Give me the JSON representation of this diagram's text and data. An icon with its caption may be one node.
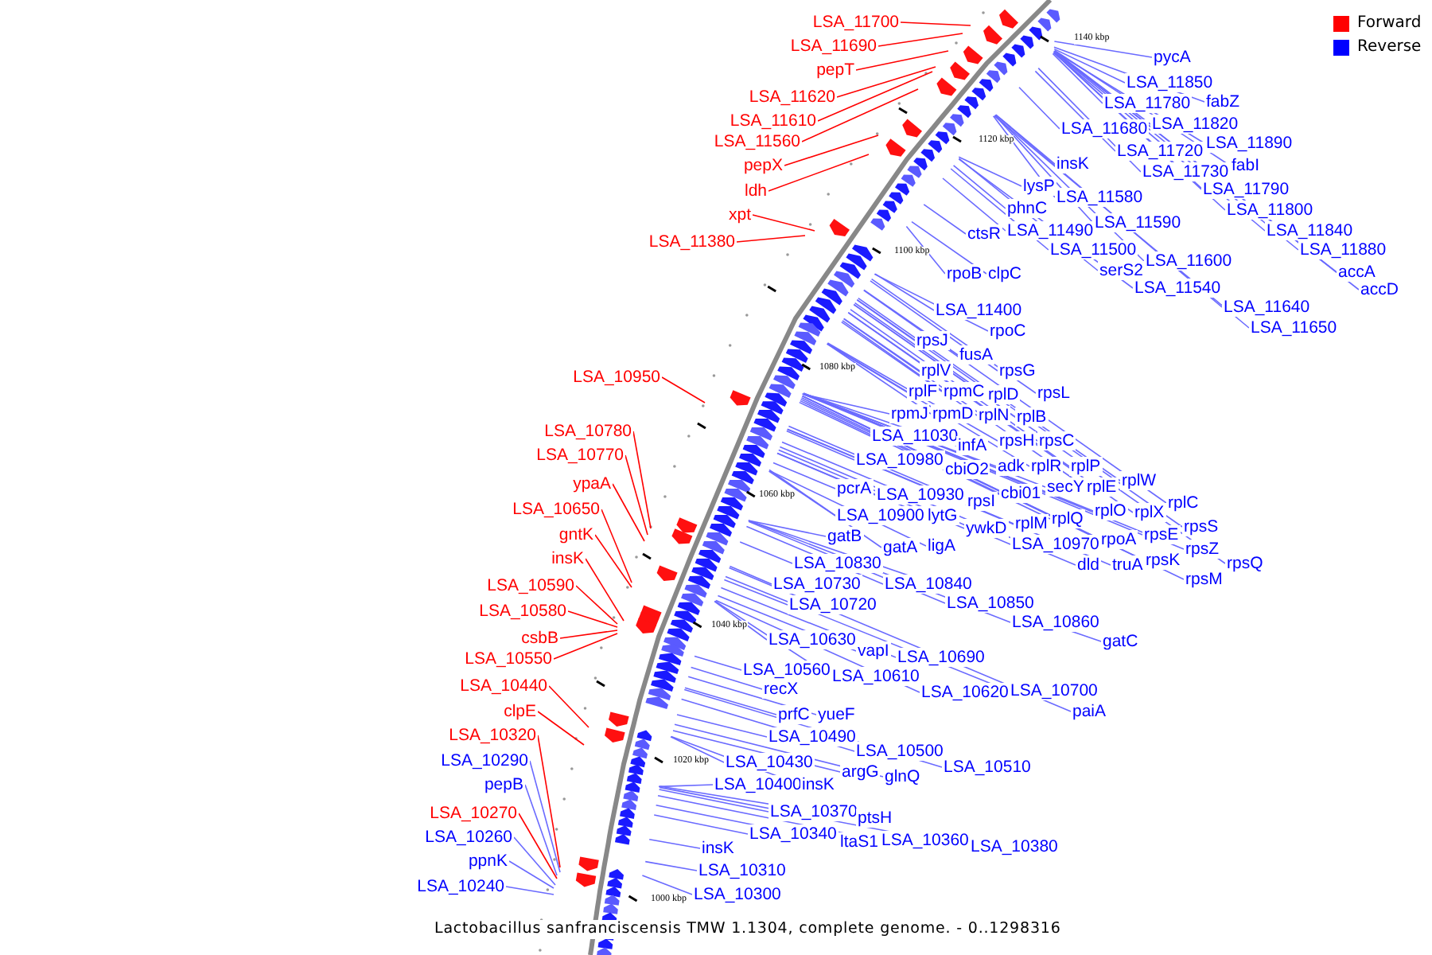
{
  "diagram": {
    "caption": "Lactobacillus sanfranciscensis TMW 1.1304, complete genome. - 0..1298316",
    "nodes": [
      {
        "text": [
          "LSA_11700"
        ]
      },
      {
        "text": [
          "LSA_11690"
        ]
      },
      {
        "text": [
          "pepT"
        ]
      },
      {
        "text": [
          "LSA_11620"
        ]
      },
      {
        "text": [
          "LSA_11610"
        ]
      },
      {
        "text": [
          "LSA_11560"
        ]
      },
      {
        "text": [
          "pepX"
        ]
      },
      {
        "text": [
          "ldh"
        ]
      },
      {
        "text": [
          "xpt"
        ]
      },
      {
        "text": [
          "LSA_11380"
        ]
      },
      {
        "text": [
          "LSA_10950"
        ]
      },
      {
        "text": [
          "LSA_10780"
        ]
      },
      {
        "text": [
          "LSA_10770"
        ]
      },
      {
        "text": [
          "ypaA"
        ]
      },
      {
        "text": [
          "LSA_10650"
        ]
      },
      {
        "text": [
          "gntK"
        ]
      },
      {
        "text": [
          "insK"
        ]
      },
      {
        "text": [
          "LSA_10590"
        ]
      },
      {
        "text": [
          "LSA_10580"
        ]
      },
      {
        "text": [
          "csbB"
        ]
      },
      {
        "text": [
          "LSA_10550"
        ]
      },
      {
        "text": [
          "LSA_10440"
        ]
      },
      {
        "text": [
          "clpE"
        ]
      },
      {
        "text": [
          "LSA_10320"
        ]
      },
      {
        "text": [
          "LSA_10290"
        ]
      },
      {
        "text": [
          "pepB"
        ]
      },
      {
        "text": [
          "LSA_10270"
        ]
      },
      {
        "text": [
          "LSA_10260"
        ]
      },
      {
        "text": [
          "ppnK"
        ]
      },
      {
        "text": [
          "LSA_10240"
        ]
      },
      {
        "text": [
          "pycA"
        ]
      },
      {
        "text": [
          "LSA_11850"
        ]
      },
      {
        "text": [
          "fabZ"
        ]
      },
      {
        "text": [
          "LSA_11780"
        ]
      },
      {
        "text": [
          "LSA_11820"
        ]
      },
      {
        "text": [
          "LSA_11680"
        ]
      },
      {
        "text": [
          "LSA_11890"
        ]
      },
      {
        "text": [
          "LSA_11720"
        ]
      },
      {
        "text": [
          "insK"
        ]
      },
      {
        "text": [
          "fabI"
        ]
      },
      {
        "text": [
          "LSA_11730"
        ]
      },
      {
        "text": [
          "lysP"
        ]
      },
      {
        "text": [
          "LSA_11790"
        ]
      },
      {
        "text": [
          "LSA_11580"
        ]
      },
      {
        "text": [
          "phnC"
        ]
      },
      {
        "text": [
          "LSA_11800"
        ]
      },
      {
        "text": [
          "LSA_11590"
        ]
      },
      {
        "text": [
          "LSA_11490"
        ]
      },
      {
        "text": [
          "ctsR"
        ]
      },
      {
        "text": [
          "LSA_11840"
        ]
      },
      {
        "text": [
          "LSA_11500"
        ]
      },
      {
        "text": [
          "LSA_11880"
        ]
      },
      {
        "text": [
          "LSA_11600"
        ]
      },
      {
        "text": [
          "serS2"
        ]
      },
      {
        "text": [
          "accA"
        ]
      },
      {
        "text": [
          "rpoB"
        ]
      },
      {
        "text": [
          "clpC"
        ]
      },
      {
        "text": [
          "LSA_11540"
        ]
      },
      {
        "text": [
          "accD"
        ]
      },
      {
        "text": [
          "LSA_11640"
        ]
      },
      {
        "text": [
          "LSA_11400"
        ]
      },
      {
        "text": [
          "LSA_11650"
        ]
      },
      {
        "text": [
          "rpoC"
        ]
      },
      {
        "text": [
          "rpsJ"
        ]
      },
      {
        "text": [
          "fusA"
        ]
      },
      {
        "text": [
          "rplV"
        ]
      },
      {
        "text": [
          "rpsG"
        ]
      },
      {
        "text": [
          "rplF"
        ]
      },
      {
        "text": [
          "rpmC"
        ]
      },
      {
        "text": [
          "rpsL"
        ]
      },
      {
        "text": [
          "rplD"
        ]
      },
      {
        "text": [
          "rpmJ"
        ]
      },
      {
        "text": [
          "rpmD"
        ]
      },
      {
        "text": [
          "rplN"
        ]
      },
      {
        "text": [
          "rplB"
        ]
      },
      {
        "text": [
          "LSA_11030"
        ]
      },
      {
        "text": [
          "rpsH"
        ]
      },
      {
        "text": [
          "rpsC"
        ]
      },
      {
        "text": [
          "infA"
        ]
      },
      {
        "text": [
          "LSA_10980"
        ]
      },
      {
        "text": [
          "adk"
        ]
      },
      {
        "text": [
          "rplR"
        ]
      },
      {
        "text": [
          "rplP"
        ]
      },
      {
        "text": [
          "cbiO2"
        ]
      },
      {
        "text": [
          "rplW"
        ]
      },
      {
        "text": [
          "secY"
        ]
      },
      {
        "text": [
          "rplE"
        ]
      },
      {
        "text": [
          "pcrA"
        ]
      },
      {
        "text": [
          "cbi01"
        ]
      },
      {
        "text": [
          "LSA_10930"
        ]
      },
      {
        "text": [
          "rpsI"
        ]
      },
      {
        "text": [
          "rplC"
        ]
      },
      {
        "text": [
          "rplO"
        ]
      },
      {
        "text": [
          "rplX"
        ]
      },
      {
        "text": [
          "LSA_10900"
        ]
      },
      {
        "text": [
          "lytG"
        ]
      },
      {
        "text": [
          "rplQ"
        ]
      },
      {
        "text": [
          "rplM"
        ]
      },
      {
        "text": [
          "rpsS"
        ]
      },
      {
        "text": [
          "ywkD"
        ]
      },
      {
        "text": [
          "rpsE"
        ]
      },
      {
        "text": [
          "gatB"
        ]
      },
      {
        "text": [
          "rpoA"
        ]
      },
      {
        "text": [
          "LSA_10970"
        ]
      },
      {
        "text": [
          "ligA"
        ]
      },
      {
        "text": [
          "gatA"
        ]
      },
      {
        "text": [
          "rpsZ"
        ]
      },
      {
        "text": [
          "rpsK"
        ]
      },
      {
        "text": [
          "LSA_10830"
        ]
      },
      {
        "text": [
          "rpsQ"
        ]
      },
      {
        "text": [
          "dld"
        ]
      },
      {
        "text": [
          "truA"
        ]
      },
      {
        "text": [
          "rpsM"
        ]
      },
      {
        "text": [
          "LSA_10730"
        ]
      },
      {
        "text": [
          "LSA_10840"
        ]
      },
      {
        "text": [
          "LSA_10850"
        ]
      },
      {
        "text": [
          "LSA_10720"
        ]
      },
      {
        "text": [
          "LSA_10860"
        ]
      },
      {
        "text": [
          "LSA_10630"
        ]
      },
      {
        "text": [
          "gatC"
        ]
      },
      {
        "text": [
          "vapI"
        ]
      },
      {
        "text": [
          "LSA_10690"
        ]
      },
      {
        "text": [
          "LSA_10560"
        ]
      },
      {
        "text": [
          "LSA_10610"
        ]
      },
      {
        "text": [
          "recX"
        ]
      },
      {
        "text": [
          "LSA_10700"
        ]
      },
      {
        "text": [
          "LSA_10620"
        ]
      },
      {
        "text": [
          "paiA"
        ]
      },
      {
        "text": [
          "prfC"
        ]
      },
      {
        "text": [
          "yueF"
        ]
      },
      {
        "text": [
          "LSA_10490"
        ]
      },
      {
        "text": [
          "LSA_10500"
        ]
      },
      {
        "text": [
          "LSA_10430"
        ]
      },
      {
        "text": [
          "LSA_10510"
        ]
      },
      {
        "text": [
          "argG"
        ]
      },
      {
        "text": [
          "glnQ"
        ]
      },
      {
        "text": [
          "LSA_10400"
        ]
      },
      {
        "text": [
          "insK"
        ]
      },
      {
        "text": [
          "LSA_10370"
        ]
      },
      {
        "text": [
          "ptsH"
        ]
      },
      {
        "text": [
          "LSA_10340"
        ]
      },
      {
        "text": [
          "LSA_10360"
        ]
      },
      {
        "text": [
          "ltaS1"
        ]
      },
      {
        "text": [
          "LSA_10380"
        ]
      },
      {
        "text": [
          "insK"
        ]
      },
      {
        "text": [
          "LSA_10310"
        ]
      },
      {
        "text": [
          "LSA_10300"
        ]
      }
    ],
    "edges": [
      {
        "from": 0,
        "to": null,
        "arrow": "none",
        "color": "#ff0000"
      },
      {
        "from": 1,
        "to": null,
        "arrow": "none",
        "color": "#ff0000"
      },
      {
        "from": 2,
        "to": null,
        "arrow": "none",
        "color": "#ff0000"
      },
      {
        "from": 3,
        "to": null,
        "arrow": "none",
        "color": "#ff0000"
      },
      {
        "from": 4,
        "to": null,
        "arrow": "none",
        "color": "#ff0000"
      },
      {
        "from": 5,
        "to": null,
        "arrow": "none",
        "color": "#ff0000"
      },
      {
        "from": 6,
        "to": null,
        "arrow": "none",
        "color": "#ff0000"
      },
      {
        "from": 7,
        "to": null,
        "arrow": "none",
        "color": "#ff0000"
      },
      {
        "from": 8,
        "to": null,
        "arrow": "none",
        "color": "#ff0000"
      },
      {
        "from": 9,
        "to": null,
        "arrow": "none",
        "color": "#ff0000"
      },
      {
        "from": 10,
        "to": null,
        "arrow": "none",
        "color": "#ff0000"
      },
      {
        "from": 11,
        "to": null,
        "arrow": "none",
        "color": "#ff0000"
      },
      {
        "from": 12,
        "to": null,
        "arrow": "none",
        "color": "#ff0000"
      },
      {
        "from": 13,
        "to": null,
        "arrow": "none",
        "color": "#ff0000"
      },
      {
        "from": 14,
        "to": null,
        "arrow": "none",
        "color": "#ff0000"
      },
      {
        "from": 15,
        "to": null,
        "arrow": "none",
        "color": "#ff0000"
      },
      {
        "from": 16,
        "to": null,
        "arrow": "none",
        "color": "#ff0000"
      },
      {
        "from": 17,
        "to": null,
        "arrow": "none",
        "color": "#ff0000"
      },
      {
        "from": 18,
        "to": null,
        "arrow": "none",
        "color": "#ff0000"
      },
      {
        "from": 19,
        "to": null,
        "arrow": "none",
        "color": "#ff0000"
      },
      {
        "from": 20,
        "to": null,
        "arrow": "none",
        "color": "#ff0000"
      },
      {
        "from": 21,
        "to": null,
        "arrow": "none",
        "color": "#ff0000"
      },
      {
        "from": 22,
        "to": null,
        "arrow": "none",
        "color": "#ff0000"
      },
      {
        "from": 23,
        "to": null,
        "arrow": "none",
        "color": "#ff0000"
      },
      {
        "from": 24,
        "to": null,
        "arrow": "none"
      },
      {
        "from": 25,
        "to": null,
        "arrow": "none"
      },
      {
        "from": 26,
        "to": null,
        "arrow": "none",
        "color": "#ff0000"
      },
      {
        "from": 27,
        "to": null,
        "arrow": "none"
      },
      {
        "from": 28,
        "to": null,
        "arrow": "none"
      },
      {
        "from": 29,
        "to": null,
        "arrow": "none"
      },
      {
        "from": 30,
        "to": null,
        "arrow": "none"
      },
      {
        "from": 31,
        "to": null,
        "arrow": "none"
      },
      {
        "from": 32,
        "to": null,
        "arrow": "none"
      },
      {
        "from": 33,
        "to": null,
        "arrow": "none"
      },
      {
        "from": 34,
        "to": null,
        "arrow": "none"
      },
      {
        "from": 35,
        "to": null,
        "arrow": "none"
      },
      {
        "from": 36,
        "to": null,
        "arrow": "none"
      },
      {
        "from": 37,
        "to": null,
        "arrow": "none"
      },
      {
        "from": 38,
        "to": null,
        "arrow": "none"
      },
      {
        "from": 39,
        "to": null,
        "arrow": "none"
      },
      {
        "from": 40,
        "to": null,
        "arrow": "none"
      },
      {
        "from": 41,
        "to": null,
        "arrow": "none"
      },
      {
        "from": 42,
        "to": null,
        "arrow": "none"
      },
      {
        "from": 43,
        "to": null,
        "arrow": "none"
      },
      {
        "from": 44,
        "to": null,
        "arrow": "none"
      },
      {
        "from": 45,
        "to": null,
        "arrow": "none"
      },
      {
        "from": 46,
        "to": null,
        "arrow": "none"
      },
      {
        "from": 47,
        "to": null,
        "arrow": "none"
      },
      {
        "from": 48,
        "to": null,
        "arrow": "none"
      },
      {
        "from": 49,
        "to": null,
        "arrow": "none"
      },
      {
        "from": 50,
        "to": null,
        "arrow": "none"
      },
      {
        "from": 51,
        "to": null,
        "arrow": "none"
      },
      {
        "from": 52,
        "to": null,
        "arrow": "none"
      },
      {
        "from": 53,
        "to": null,
        "arrow": "none"
      },
      {
        "from": 54,
        "to": null,
        "arrow": "none"
      },
      {
        "from": 55,
        "to": null,
        "arrow": "none"
      },
      {
        "from": 56,
        "to": null,
        "arrow": "none"
      },
      {
        "from": 57,
        "to": null,
        "arrow": "none"
      },
      {
        "from": 58,
        "to": null,
        "arrow": "none"
      },
      {
        "from": 59,
        "to": null,
        "arrow": "none"
      },
      {
        "from": 60,
        "to": null,
        "arrow": "none"
      },
      {
        "from": 61,
        "to": null,
        "arrow": "none"
      },
      {
        "from": 62,
        "to": null,
        "arrow": "none"
      },
      {
        "from": 63,
        "to": null,
        "arrow": "none"
      },
      {
        "from": 64,
        "to": null,
        "arrow": "none"
      },
      {
        "from": 65,
        "to": null,
        "arrow": "none"
      },
      {
        "from": 66,
        "to": null,
        "arrow": "none"
      },
      {
        "from": 67,
        "to": null,
        "arrow": "none"
      },
      {
        "from": 68,
        "to": null,
        "arrow": "none"
      },
      {
        "from": 69,
        "to": null,
        "arrow": "none"
      },
      {
        "from": 70,
        "to": null,
        "arrow": "none"
      },
      {
        "from": 71,
        "to": null,
        "arrow": "none"
      },
      {
        "from": 72,
        "to": null,
        "arrow": "none"
      },
      {
        "from": 73,
        "to": null,
        "arrow": "none"
      },
      {
        "from": 74,
        "to": null,
        "arrow": "none"
      },
      {
        "from": 75,
        "to": null,
        "arrow": "none"
      },
      {
        "from": 76,
        "to": null,
        "arrow": "none"
      },
      {
        "from": 77,
        "to": null,
        "arrow": "none"
      },
      {
        "from": 78,
        "to": null,
        "arrow": "none"
      },
      {
        "from": 79,
        "to": null,
        "arrow": "none"
      },
      {
        "from": 80,
        "to": null,
        "arrow": "none"
      },
      {
        "from": 81,
        "to": null,
        "arrow": "none"
      },
      {
        "from": 82,
        "to": null,
        "arrow": "none"
      },
      {
        "from": 83,
        "to": null,
        "arrow": "none"
      },
      {
        "from": 84,
        "to": null,
        "arrow": "none"
      },
      {
        "from": 85,
        "to": null,
        "arrow": "none"
      },
      {
        "from": 86,
        "to": null,
        "arrow": "none"
      },
      {
        "from": 87,
        "to": null,
        "arrow": "none"
      },
      {
        "from": 88,
        "to": null,
        "arrow": "none"
      },
      {
        "from": 89,
        "to": null,
        "arrow": "none"
      },
      {
        "from": 90,
        "to": null,
        "arrow": "none"
      },
      {
        "from": 91,
        "to": null,
        "arrow": "none"
      },
      {
        "from": 92,
        "to": null,
        "arrow": "none"
      },
      {
        "from": 93,
        "to": null,
        "arrow": "none"
      },
      {
        "from": 94,
        "to": null,
        "arrow": "none"
      },
      {
        "from": 95,
        "to": null,
        "arrow": "none"
      },
      {
        "from": 96,
        "to": null,
        "arrow": "none"
      },
      {
        "from": 97,
        "to": null,
        "arrow": "none"
      },
      {
        "from": 98,
        "to": null,
        "arrow": "none"
      },
      {
        "from": 99,
        "to": null,
        "arrow": "none"
      },
      {
        "from": 100,
        "to": null,
        "arrow": "none"
      },
      {
        "from": 101,
        "to": null,
        "arrow": "none"
      },
      {
        "from": 102,
        "to": null,
        "arrow": "none"
      },
      {
        "from": 103,
        "to": null,
        "arrow": "none"
      },
      {
        "from": 104,
        "to": null,
        "arrow": "none"
      },
      {
        "from": 105,
        "to": null,
        "arrow": "none"
      },
      {
        "from": 106,
        "to": null,
        "arrow": "none"
      },
      {
        "from": 107,
        "to": null,
        "arrow": "none"
      },
      {
        "from": 108,
        "to": null,
        "arrow": "none"
      },
      {
        "from": 109,
        "to": null,
        "arrow": "none"
      },
      {
        "from": 110,
        "to": null,
        "arrow": "none"
      },
      {
        "from": 111,
        "to": null,
        "arrow": "none"
      },
      {
        "from": 112,
        "to": null,
        "arrow": "none"
      },
      {
        "from": 113,
        "to": null,
        "arrow": "none"
      },
      {
        "from": 114,
        "to": null,
        "arrow": "none"
      },
      {
        "from": 115,
        "to": null,
        "arrow": "none"
      },
      {
        "from": 116,
        "to": null,
        "arrow": "none"
      },
      {
        "from": 117,
        "to": null,
        "arrow": "none"
      },
      {
        "from": 118,
        "to": null,
        "arrow": "none"
      },
      {
        "from": 119,
        "to": null,
        "arrow": "none"
      },
      {
        "from": 120,
        "to": null,
        "arrow": "none"
      },
      {
        "from": 121,
        "to": null,
        "arrow": "none"
      },
      {
        "from": 122,
        "to": null,
        "arrow": "none"
      },
      {
        "from": 123,
        "to": null,
        "arrow": "none"
      },
      {
        "from": 124,
        "to": null,
        "arrow": "none"
      },
      {
        "from": 125,
        "to": null,
        "arrow": "none"
      },
      {
        "from": 126,
        "to": null,
        "arrow": "none"
      },
      {
        "from": 127,
        "to": null,
        "arrow": "none"
      },
      {
        "from": 128,
        "to": null,
        "arrow": "none"
      },
      {
        "from": 129,
        "to": null,
        "arrow": "none"
      },
      {
        "from": 130,
        "to": null,
        "arrow": "none"
      },
      {
        "from": 131,
        "to": null,
        "arrow": "none"
      },
      {
        "from": 132,
        "to": null,
        "arrow": "none"
      },
      {
        "from": 133,
        "to": null,
        "arrow": "none"
      },
      {
        "from": 134,
        "to": null,
        "arrow": "none"
      },
      {
        "from": 135,
        "to": null,
        "arrow": "none"
      },
      {
        "from": 136,
        "to": null,
        "arrow": "none"
      },
      {
        "from": 137,
        "to": null,
        "arrow": "none"
      },
      {
        "from": 138,
        "to": null,
        "arrow": "none"
      },
      {
        "from": 139,
        "to": null,
        "arrow": "none"
      },
      {
        "from": 140,
        "to": null,
        "arrow": "none"
      },
      {
        "from": 141,
        "to": null,
        "arrow": "none"
      },
      {
        "from": 142,
        "to": null,
        "arrow": "none"
      },
      {
        "from": 143,
        "to": null,
        "arrow": "none"
      },
      {
        "from": 144,
        "to": null,
        "arrow": "none"
      },
      {
        "from": 145,
        "to": null,
        "arrow": "none"
      },
      {
        "from": 146,
        "to": null,
        "arrow": "none"
      }
    ],
    "labels": [
      "1140 kbp",
      "1120 kbp",
      "1100 kbp",
      "1080 kbp",
      "1060 kbp",
      "1040 kbp",
      "1020 kbp",
      "1000 kbp"
    ],
    "legend": [
      {
        "text": "Forward",
        "color": "#ff0000"
      },
      {
        "text": "Reverse",
        "color": "#0000ff"
      }
    ]
  }
}
